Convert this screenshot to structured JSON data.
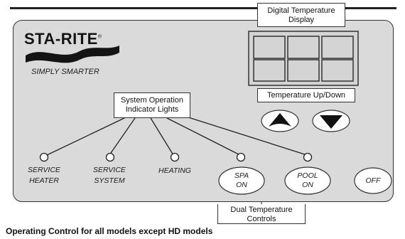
{
  "header": {
    "display_callout": [
      "Digital Temperature",
      "Display"
    ]
  },
  "brand": {
    "name": "STA-RITE",
    "mark": "®",
    "tagline": "SIMPLY SMARTER"
  },
  "callouts": {
    "indicators": [
      "System Operation",
      "Indicator Lights"
    ],
    "updown": "Temperature Up/Down",
    "dual": [
      "Dual Temperature",
      "Controls"
    ]
  },
  "indicators": [
    {
      "lines": [
        "SERVICE",
        "HEATER"
      ]
    },
    {
      "lines": [
        "SERVICE",
        "SYSTEM"
      ]
    },
    {
      "lines": [
        "HEATING"
      ]
    }
  ],
  "buttons": [
    {
      "lines": [
        "SPA",
        "ON"
      ]
    },
    {
      "lines": [
        "POOL",
        "ON"
      ]
    },
    {
      "lines": [
        "OFF"
      ]
    }
  ],
  "icons": {
    "up": "triangle-up-icon",
    "down": "triangle-down-icon",
    "led": "indicator-light-icon"
  },
  "caption": "Operating Control for all models except HD models",
  "colors": {
    "panel": "#dadada",
    "outline": "#333333",
    "button_fill": "#ffffff"
  }
}
